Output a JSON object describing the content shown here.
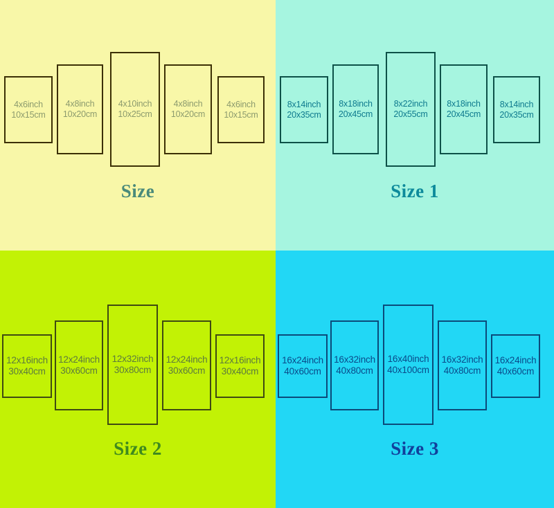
{
  "meta": {
    "diagram_type": "canvas-print-size-chart",
    "layout": "2x2-grid-of-size-options",
    "panel_count_per_option": 5
  },
  "colors": {
    "quad0_background": "#f8f7a8",
    "quad0_frame": "#3c3005",
    "quad0_label": "#8c9b6e",
    "quad0_title": "#4a8a7a",
    "quad1_background": "#a6f5e0",
    "quad1_frame": "#0d5148",
    "quad1_label": "#0e7a8e",
    "quad1_title": "#0d8a9b",
    "quad2_background": "#c2f205",
    "quad2_frame": "#3f4a12",
    "quad2_label": "#5c7a3e",
    "quad2_title": "#3f8a1e",
    "quad3_background": "#22d7f5",
    "quad3_frame": "#0b4a7a",
    "quad3_label": "#0a4a8a",
    "quad3_title": "#123f9b"
  },
  "options": [
    {
      "title": "Size",
      "panels": [
        {
          "inch": "4x6inch",
          "cm": "10x15cm"
        },
        {
          "inch": "4x8inch",
          "cm": "10x20cm"
        },
        {
          "inch": "4x10inch",
          "cm": "10x25cm"
        },
        {
          "inch": "4x8inch",
          "cm": "10x20cm"
        },
        {
          "inch": "4x6inch",
          "cm": "10x15cm"
        }
      ]
    },
    {
      "title": "Size 1",
      "panels": [
        {
          "inch": "8x14inch",
          "cm": "20x35cm"
        },
        {
          "inch": "8x18inch",
          "cm": "20x45cm"
        },
        {
          "inch": "8x22inch",
          "cm": "20x55cm"
        },
        {
          "inch": "8x18inch",
          "cm": "20x45cm"
        },
        {
          "inch": "8x14inch",
          "cm": "20x35cm"
        }
      ]
    },
    {
      "title": "Size 2",
      "panels": [
        {
          "inch": "12x16inch",
          "cm": "30x40cm"
        },
        {
          "inch": "12x24inch",
          "cm": "30x60cm"
        },
        {
          "inch": "12x32inch",
          "cm": "30x80cm"
        },
        {
          "inch": "12x24inch",
          "cm": "30x60cm"
        },
        {
          "inch": "12x16inch",
          "cm": "30x40cm"
        }
      ]
    },
    {
      "title": "Size 3",
      "panels": [
        {
          "inch": "16x24inch",
          "cm": "40x60cm"
        },
        {
          "inch": "16x32inch",
          "cm": "40x80cm"
        },
        {
          "inch": "16x40inch",
          "cm": "40x100cm"
        },
        {
          "inch": "16x32inch",
          "cm": "40x80cm"
        },
        {
          "inch": "16x24inch",
          "cm": "40x60cm"
        }
      ]
    }
  ]
}
